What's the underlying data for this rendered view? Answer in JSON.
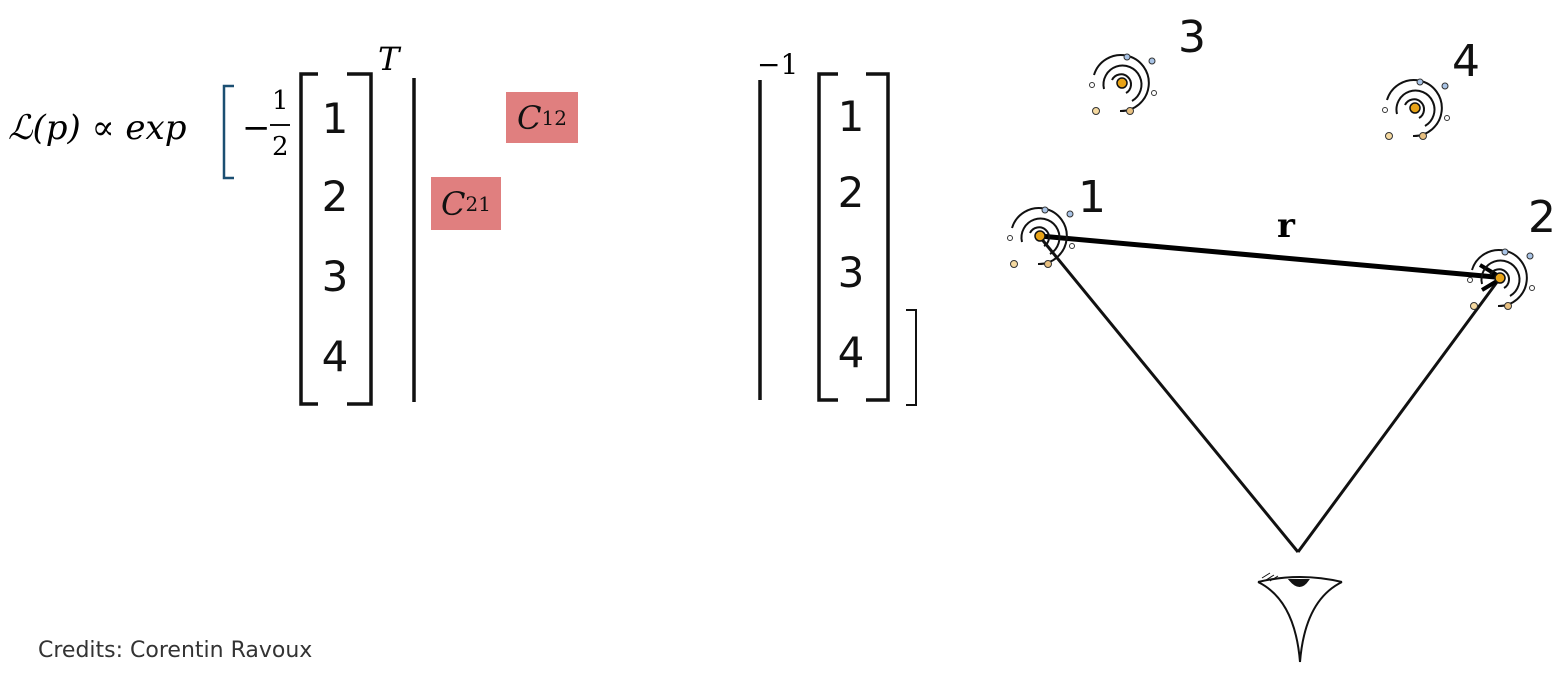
{
  "formula": {
    "lhs": "ℒ(p) ∝ exp",
    "minus": "−",
    "frac_num": "1",
    "frac_den": "2",
    "transpose": "T",
    "inverse": "−1",
    "vector_left": [
      "1",
      "2",
      "3",
      "4"
    ],
    "vector_right": [
      "1",
      "2",
      "3",
      "4"
    ],
    "c12": {
      "symbol": "C",
      "sub": "12"
    },
    "c21": {
      "symbol": "C",
      "sub": "21"
    },
    "highlight_color": "#e07f7f"
  },
  "diagram": {
    "galaxies": [
      "1",
      "2",
      "3",
      "4"
    ],
    "vector_label": "r"
  },
  "credits": "Credits: Corentin Ravoux"
}
